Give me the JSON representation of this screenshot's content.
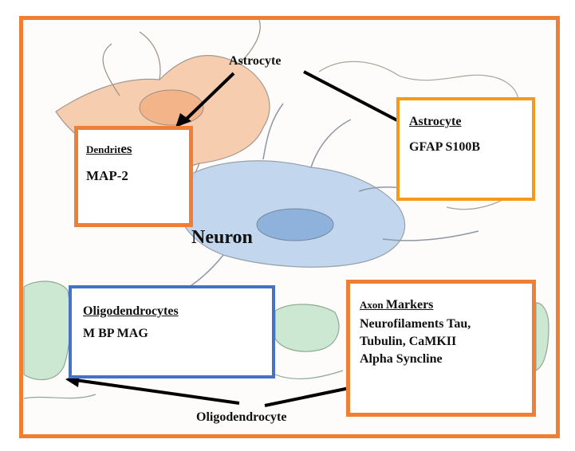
{
  "labels": {
    "astrocyte_top": "Astrocyte",
    "neuron": "Neuron",
    "oligodendrocyte_bottom": "Oligodendrocyte"
  },
  "boxes": {
    "dendrites": {
      "title_a": "Dendrit",
      "title_b": "es",
      "body": "MAP-2",
      "border": "#f07f36"
    },
    "astrocyte": {
      "title": "Astrocyte",
      "body": "GFAP S100B",
      "border": "#f59a16"
    },
    "oligodendrocytes": {
      "title": "Oligodendrocytes",
      "body": "M BP MAG",
      "border": "#4472c4"
    },
    "axon": {
      "title_a": "Axon ",
      "title_b": "Markers",
      "lines": [
        "Neurofilaments Tau,",
        "Tubulin, CaMKII",
        "Alpha Syncline"
      ],
      "border": "#f07f36"
    }
  },
  "colors": {
    "frame": "#f07f36",
    "astrocyte_fill": "#f6c9a6",
    "neuron_fill": "#bcd3ec",
    "oligo_fill": "#cde8d2"
  }
}
